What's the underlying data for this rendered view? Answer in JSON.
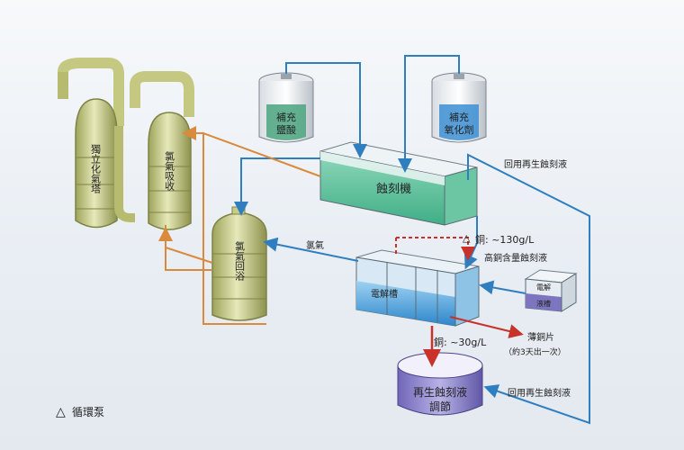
{
  "towers": {
    "independent": "獨立化氣塔",
    "chlorine_absorb": "氯氣吸收"
  },
  "tanks": {
    "hcl": "補充鹽酸",
    "oxidizer": "補充氧化劑",
    "chlorine_bath": "氯氣回浴"
  },
  "machines": {
    "etcher": "蝕刻機",
    "electrolyzer": "電解槽",
    "small_tank": "電解液槽",
    "regen": "再生蝕刻液",
    "regen_sub": "調節"
  },
  "labels": {
    "recycle_top": "回用再生蝕刻液",
    "recycle_bottom": "回用再生蝕刻液",
    "chlorine_gas": "氯氣",
    "copper_high": "銅: ~130g/L",
    "high_copper_liquid": "高銅含量蝕刻液",
    "copper_low": "銅: ~30g/L",
    "thin_copper": "薄銅片",
    "thin_copper_freq": "（約3天出一次）",
    "pump_legend": "循環泵",
    "pump_symbol": "△"
  },
  "colors": {
    "tower_fill": "#c9cf8c",
    "pipe_blue": "#2f7fc0",
    "pipe_orange": "#d98a3c",
    "pipe_red": "#c8322a",
    "liquid_green": "#5fbf9a",
    "liquid_blue": "#3a8fd0"
  }
}
